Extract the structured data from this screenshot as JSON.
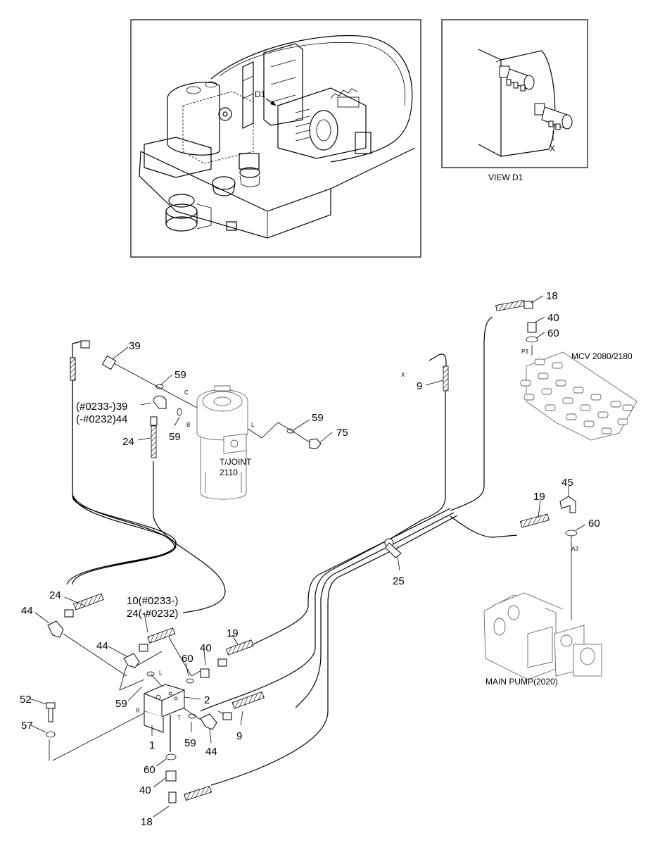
{
  "views": {
    "view_d1_title": "VIEW D1",
    "view_d1_marker": "D1",
    "view_d1_port": "X"
  },
  "components": {
    "tjoint_name_line1": "T/JOINT",
    "tjoint_name_line2": "2110",
    "mcv_name": "MCV 2080/2180",
    "pump_name": "MAIN PUMP(2020)"
  },
  "ports": {
    "p3": "P3",
    "a3": "A3",
    "x": "X",
    "c": "C",
    "b": "B",
    "l_tjoint": "L",
    "l_block": "L",
    "r_block": "R",
    "t_block": "T"
  },
  "callouts": {
    "c18_top": "18",
    "c40_top": "40",
    "c60_top": "60",
    "c39": "39",
    "c59_c": "59",
    "c39_44_line1": "(#0233-)39",
    "c39_44_line2": "(-#0232)44",
    "c59_b": "59",
    "c24_upper": "24",
    "c59_l": "59",
    "c75": "75",
    "c9_x": "9",
    "c45": "45",
    "c19_pump": "19",
    "c60_pump": "60",
    "c25": "25",
    "c24_lower": "24",
    "c10_24_line1": "10(#0233-)",
    "c10_24_line2": "24(-#0232)",
    "c44_left": "44",
    "c44_mid": "44",
    "c19_block": "19",
    "c40_block": "40",
    "c60_block": "60",
    "c2": "2",
    "c52": "52",
    "c59_block": "59",
    "c57": "57",
    "c1": "1",
    "c59_t": "59",
    "c44_t": "44",
    "c9_t": "9",
    "c60_bottom": "60",
    "c40_bottom": "40",
    "c18_bottom": "18"
  }
}
